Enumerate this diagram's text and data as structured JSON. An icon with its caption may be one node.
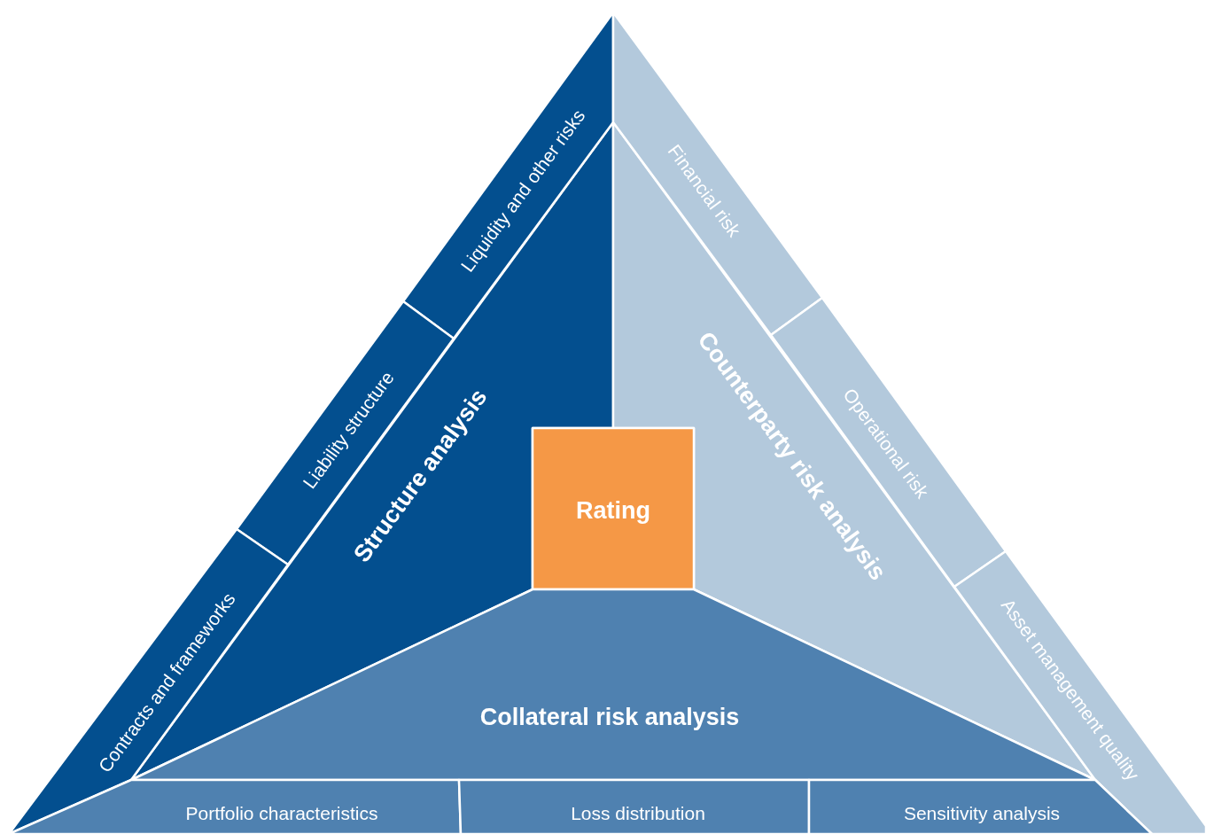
{
  "diagram": {
    "nodes": [
      {
        "text": [
          "Structure analysis"
        ]
      },
      {
        "text": [
          "Liquidity and other risks"
        ]
      },
      {
        "text": [
          "Liability structure"
        ]
      },
      {
        "text": [
          "Contracts and frameworks"
        ]
      },
      {
        "text": [
          "Counterparty risk analysis"
        ]
      },
      {
        "text": [
          "Financial risk"
        ]
      },
      {
        "text": [
          "Operational risk"
        ]
      },
      {
        "text": [
          "Asset management quality"
        ]
      },
      {
        "text": [
          "Rating"
        ]
      },
      {
        "text": [
          "Collateral risk analysis"
        ]
      },
      {
        "text": [
          "Portfolio characteristics"
        ]
      },
      {
        "text": [
          "Loss distribution"
        ]
      },
      {
        "text": [
          "Sensitivity analysis"
        ]
      }
    ]
  }
}
